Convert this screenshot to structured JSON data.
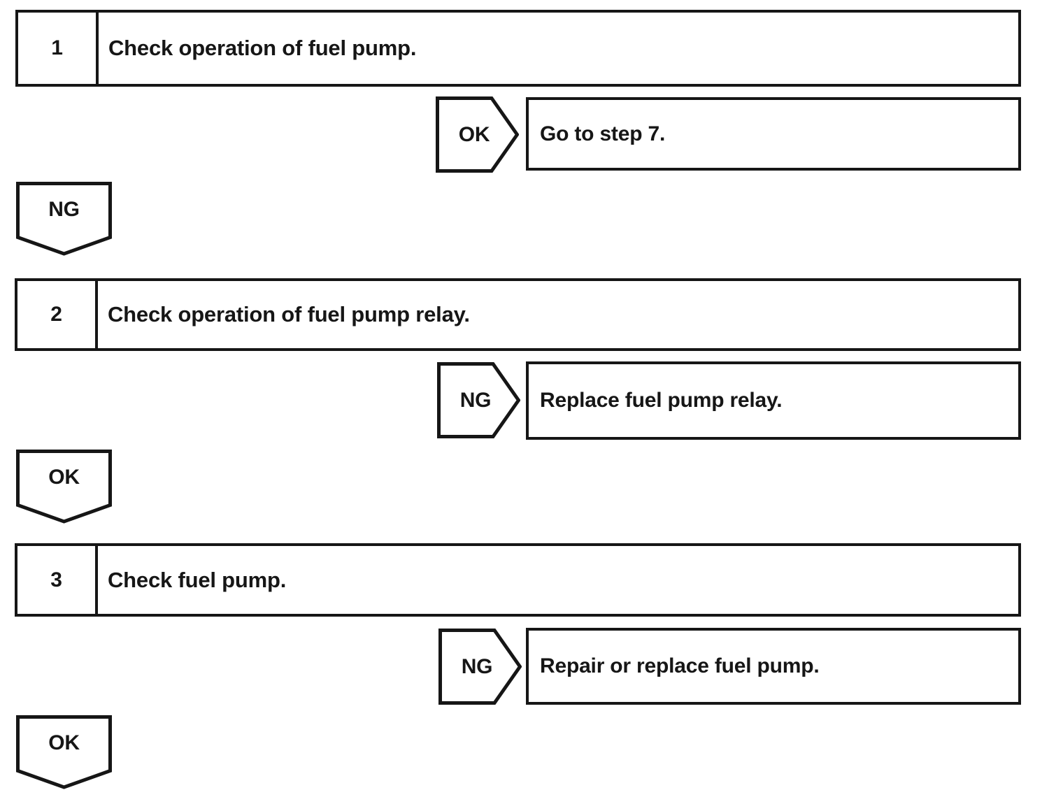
{
  "page": {
    "background": "#ffffff",
    "line_color": "#161616",
    "text_color": "#161616"
  },
  "flowchart": {
    "steps": [
      {
        "number": "1",
        "instruction": "Check operation of fuel pump.",
        "branch_tag": "OK",
        "branch_action": "Go to step 7.",
        "continue_tag": "NG"
      },
      {
        "number": "2",
        "instruction": "Check operation of fuel pump relay.",
        "branch_tag": "NG",
        "branch_action": "Replace fuel pump relay.",
        "continue_tag": "OK"
      },
      {
        "number": "3",
        "instruction": "Check fuel pump.",
        "branch_tag": "NG",
        "branch_action": "Repair or replace fuel pump.",
        "continue_tag": "OK"
      }
    ]
  }
}
